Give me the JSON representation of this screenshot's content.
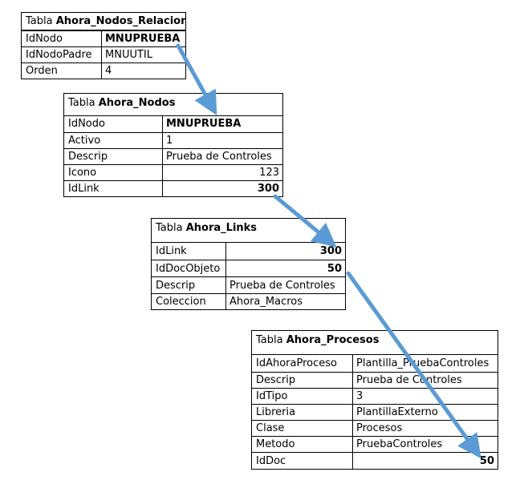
{
  "table1": {
    "prefix": "Tabla",
    "name": "Ahora_Nodos_Relacion",
    "rows": [
      {
        "field": "IdNodo",
        "value": "MNUPRUEBA"
      },
      {
        "field": "IdNodoPadre",
        "value": "MNUUTIL"
      },
      {
        "field": "Orden",
        "value": "4"
      }
    ]
  },
  "table2": {
    "prefix": "Tabla",
    "name": "Ahora_Nodos",
    "rows": [
      {
        "field": "IdNodo",
        "value": "MNUPRUEBA"
      },
      {
        "field": "Activo",
        "value": "1"
      },
      {
        "field": "Descrip",
        "value": "Prueba de Controles"
      },
      {
        "field": "Icono",
        "value": "123"
      },
      {
        "field": "IdLink",
        "value": "300"
      }
    ]
  },
  "table3": {
    "prefix": "Tabla",
    "name": "Ahora_Links",
    "rows": [
      {
        "field": "IdLink",
        "value": "300"
      },
      {
        "field": "IdDocObjeto",
        "value": "50"
      },
      {
        "field": "Descrip",
        "value": "Prueba de Controles"
      },
      {
        "field": "Coleccion",
        "value": "Ahora_Macros"
      }
    ]
  },
  "table4": {
    "prefix": "Tabla",
    "name": "Ahora_Procesos",
    "rows": [
      {
        "field": "IdAhoraProceso",
        "value": "Plantilla_PruebaControles"
      },
      {
        "field": "Descrip",
        "value": "Prueba de Controles"
      },
      {
        "field": "IdTipo",
        "value": "3"
      },
      {
        "field": "Libreria",
        "value": "PlantillaExterno"
      },
      {
        "field": "Clase",
        "value": "Procesos"
      },
      {
        "field": "Metodo",
        "value": "PruebaControles"
      },
      {
        "field": "IdDoc",
        "value": "50"
      }
    ]
  },
  "colors": {
    "arrow": "#5b9bd5",
    "border": "#000000"
  }
}
